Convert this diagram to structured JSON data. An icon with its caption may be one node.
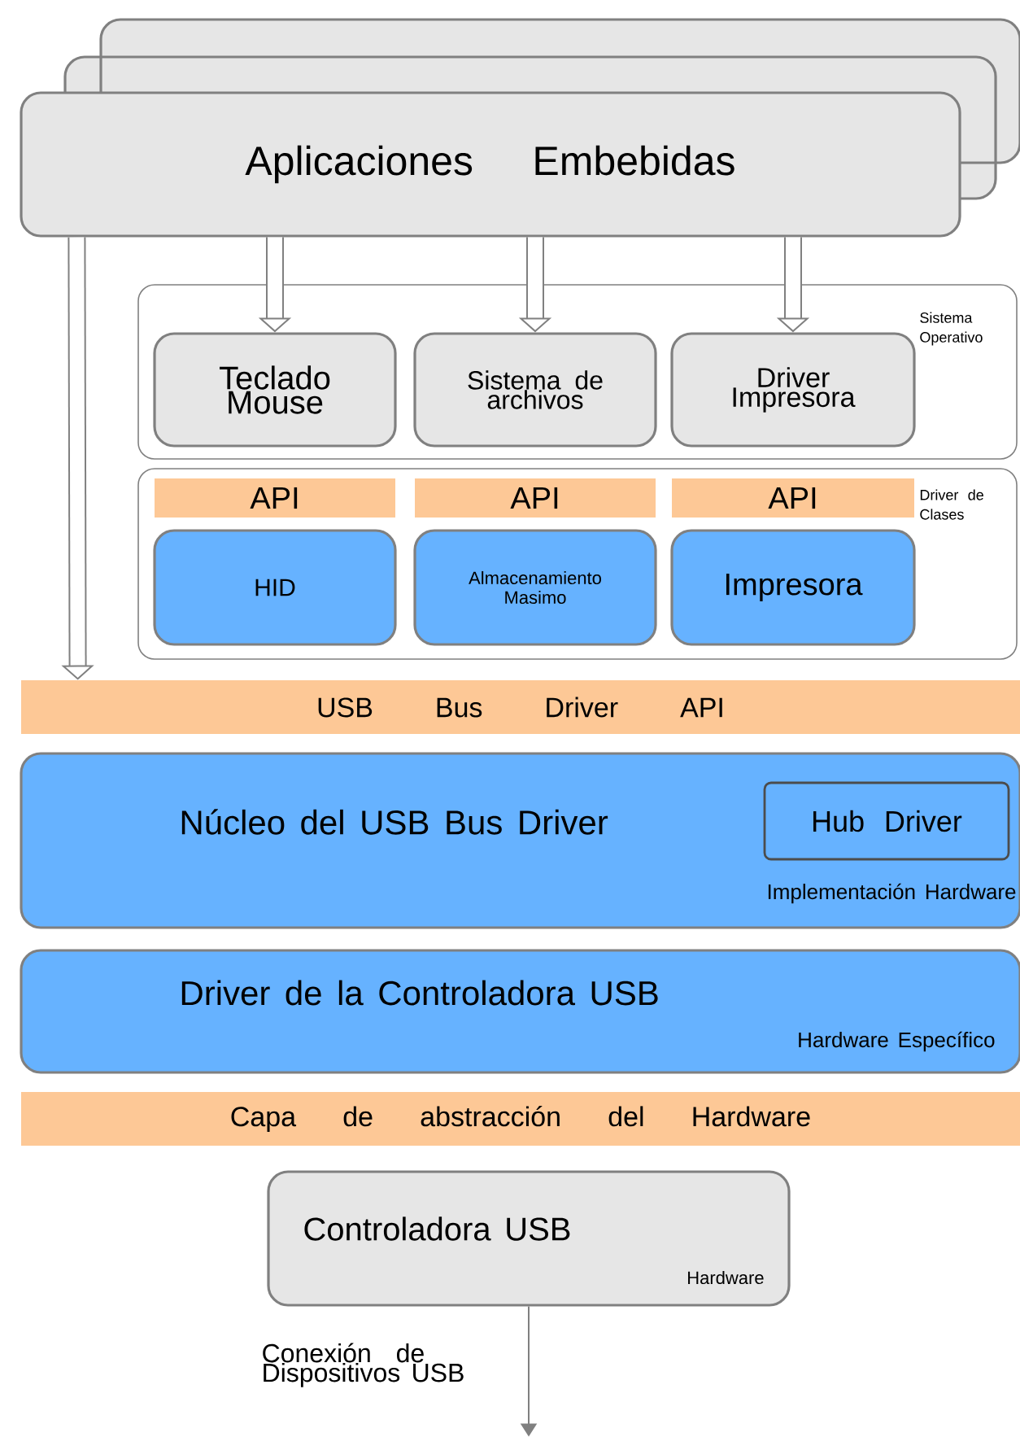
{
  "diagram": {
    "nodes": [
      {
        "text": [
          "Aplicaciones Embebidas"
        ]
      },
      {
        "text": [
          "Sistema Operativo"
        ]
      },
      {
        "text": [
          "Teclado Mouse"
        ],
        "in": 1
      },
      {
        "text": [
          "Sistema de archivos"
        ],
        "in": 1
      },
      {
        "text": [
          "Driver Impresora"
        ],
        "in": 1
      },
      {
        "text": [
          "Driver de Clases"
        ]
      },
      {
        "text": [
          "API"
        ],
        "in": 5
      },
      {
        "text": [
          "API"
        ],
        "in": 5
      },
      {
        "text": [
          "API"
        ],
        "in": 5
      },
      {
        "text": [
          "HID"
        ],
        "in": 5
      },
      {
        "text": [
          "Almacenamiento Masimo"
        ],
        "in": 5
      },
      {
        "text": [
          "Impresora"
        ],
        "in": 5
      },
      {
        "text": [
          "USB Bus Driver API"
        ]
      },
      {
        "text": [
          "Núcleo del USB Bus Driver",
          "Implementación Hardware"
        ]
      },
      {
        "text": [
          "Hub Driver"
        ],
        "in": 13
      },
      {
        "text": [
          "Driver de la Controladora USB",
          "Hardware Específico"
        ]
      },
      {
        "text": [
          "Capa de abstracción del Hardware"
        ]
      },
      {
        "text": [
          "Controladora USB",
          "Hardware"
        ]
      }
    ],
    "edges": [
      {
        "from": 0,
        "to": 2,
        "arrow": "to"
      },
      {
        "from": 0,
        "to": 3,
        "arrow": "to"
      },
      {
        "from": 0,
        "to": 4,
        "arrow": "to"
      },
      {
        "from": 0,
        "to": 12,
        "arrow": "to"
      },
      {
        "from": 17,
        "to": null,
        "arrow": "to",
        "label": "Conexión de Dispositivos USB"
      }
    ]
  }
}
